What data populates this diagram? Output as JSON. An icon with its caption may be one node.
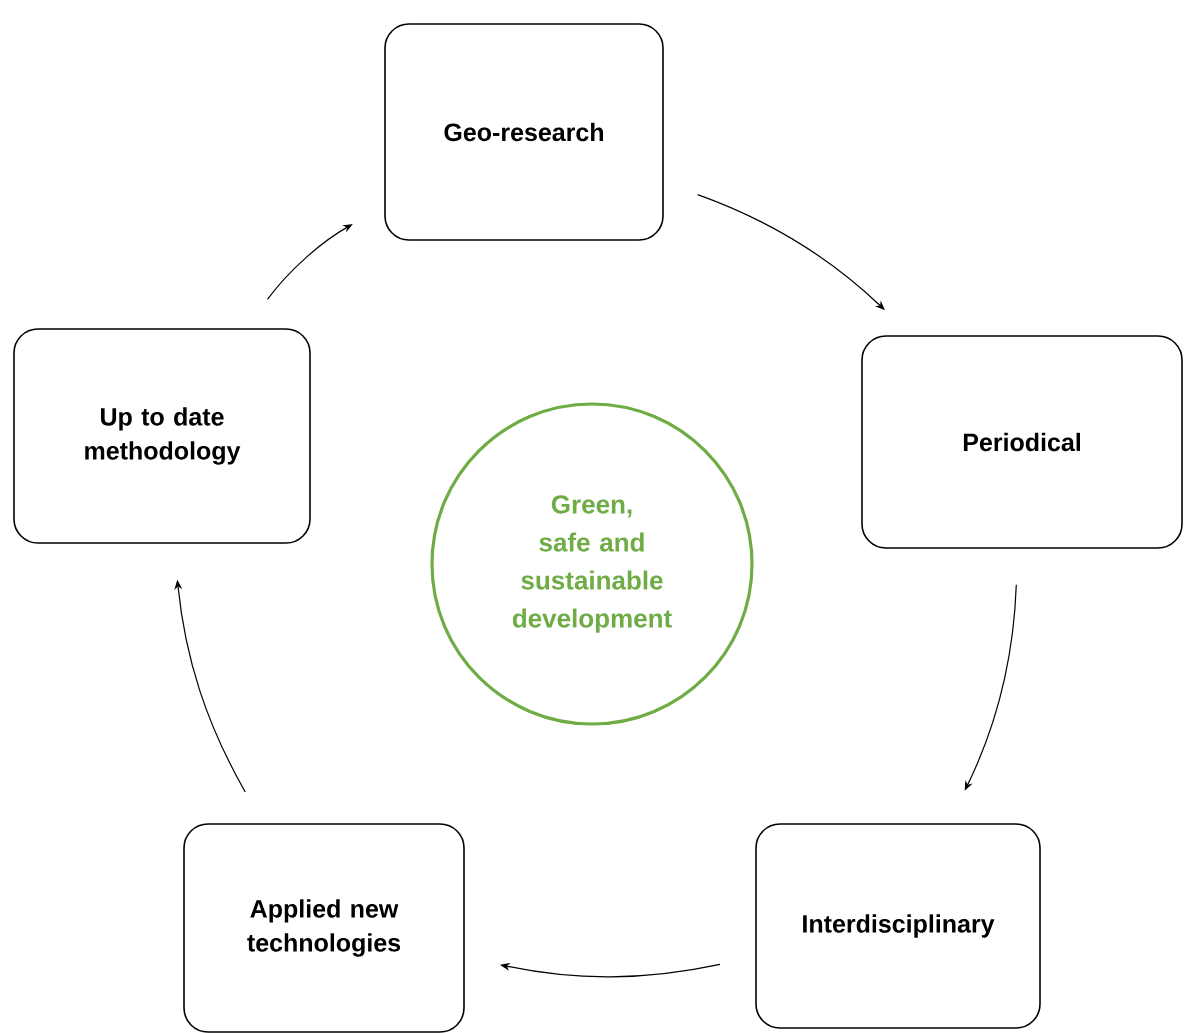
{
  "diagram": {
    "nodes": [
      {
        "text": [
          "Geo-research"
        ]
      },
      {
        "text": [
          "Up to date methodology"
        ]
      },
      {
        "text": [
          "Green, safe and sustainable development"
        ]
      },
      {
        "text": [
          "Periodical"
        ]
      },
      {
        "text": [
          "Applied new technologies"
        ]
      },
      {
        "text": [
          "Interdisciplinary"
        ]
      }
    ],
    "edges": [
      {
        "from": 0,
        "to": 3,
        "arrow": "to"
      },
      {
        "from": 3,
        "to": 5,
        "arrow": "to"
      },
      {
        "from": 5,
        "to": 4,
        "arrow": "to"
      },
      {
        "from": 4,
        "to": 1,
        "arrow": "to"
      },
      {
        "from": 1,
        "to": 0,
        "arrow": "to"
      }
    ]
  }
}
